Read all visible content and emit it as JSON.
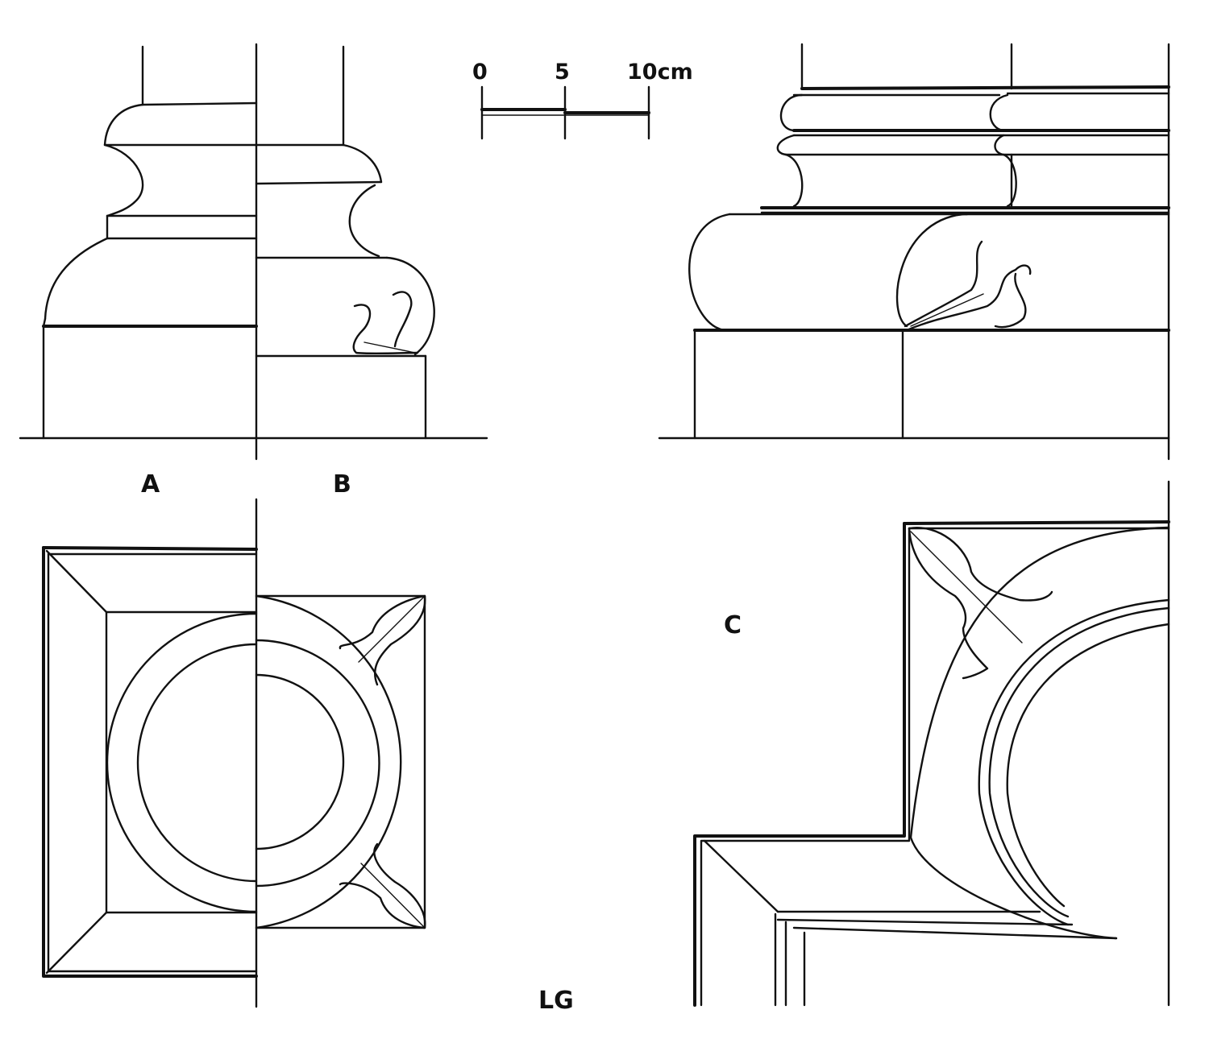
{
  "labels": {
    "view_a": "A",
    "view_b": "B",
    "view_c": "C",
    "signature": "LG"
  },
  "scale_bar": {
    "tick_0": "0",
    "tick_5": "5",
    "tick_10": "10cm"
  }
}
